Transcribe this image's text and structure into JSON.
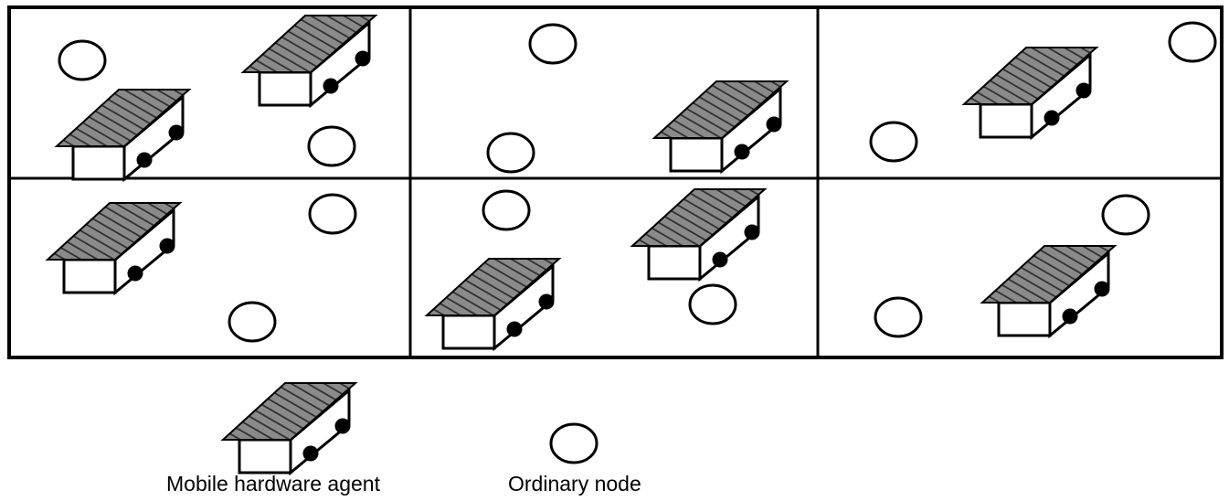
{
  "legend": {
    "agent_label": "Mobile hardware agent",
    "node_label": "Ordinary node"
  },
  "grid": {
    "rows": 2,
    "cols": 3
  },
  "cells": [
    {
      "agents": 2,
      "nodes": 2
    },
    {
      "agents": 1,
      "nodes": 2
    },
    {
      "agents": 1,
      "nodes": 2
    },
    {
      "agents": 1,
      "nodes": 2
    },
    {
      "agents": 2,
      "nodes": 2
    },
    {
      "agents": 1,
      "nodes": 2
    }
  ],
  "colors": {
    "panel_fill": "#7a7a7a",
    "stroke": "#000000",
    "background": "#ffffff"
  }
}
